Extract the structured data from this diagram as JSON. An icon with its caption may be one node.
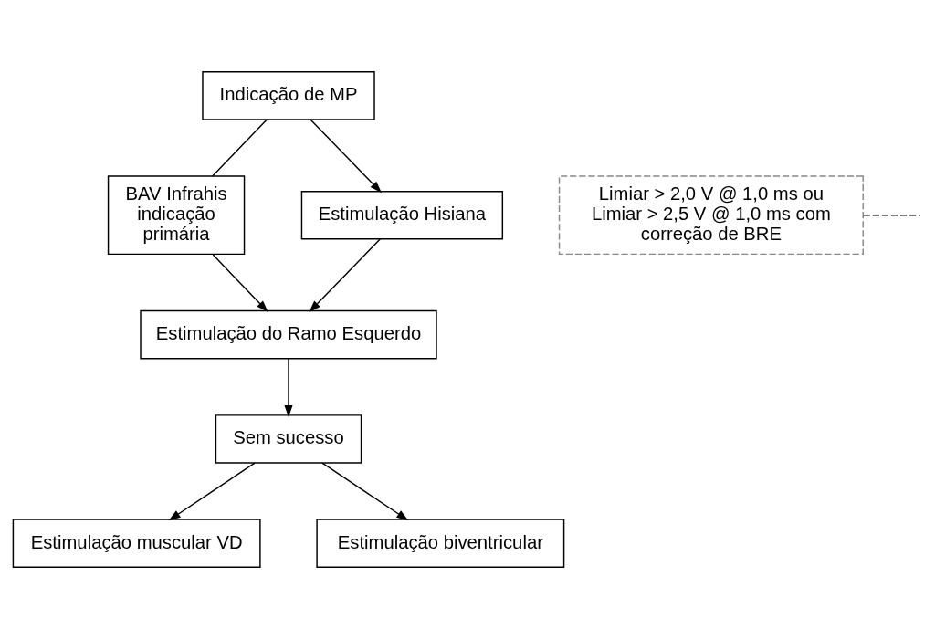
{
  "diagram": {
    "nodes": [
      {
        "text": [
          "Indicação de MP"
        ]
      },
      {
        "text": [
          "BAV Infrahis indicação primária"
        ]
      },
      {
        "text": [
          "Estimulação Hisiana"
        ]
      },
      {
        "text": [
          "Limiar > 2,0 V @ 1,0 ms ou Limiar > 2,5 V @ 1,0 ms com correção de BRE"
        ]
      },
      {
        "text": [
          "Estimulação do Ramo Esquerdo"
        ]
      },
      {
        "text": [
          "Sem sucesso"
        ]
      },
      {
        "text": [
          "Estimulação muscular VD"
        ]
      },
      {
        "text": [
          "Estimulação biventricular"
        ]
      }
    ],
    "edges": [
      {
        "from": 0,
        "to": 2,
        "arrow": "to"
      },
      {
        "from": 0,
        "to": 1,
        "arrow": "none"
      },
      {
        "from": 1,
        "to": 4,
        "arrow": "to"
      },
      {
        "from": 2,
        "to": 4,
        "arrow": "to"
      },
      {
        "from": 3,
        "to": null,
        "arrow": "none",
        "style": "dashed"
      },
      {
        "from": 4,
        "to": 5,
        "arrow": "to"
      },
      {
        "from": 5,
        "to": 6,
        "arrow": "to"
      },
      {
        "from": 5,
        "to": 7,
        "arrow": "to"
      }
    ]
  }
}
